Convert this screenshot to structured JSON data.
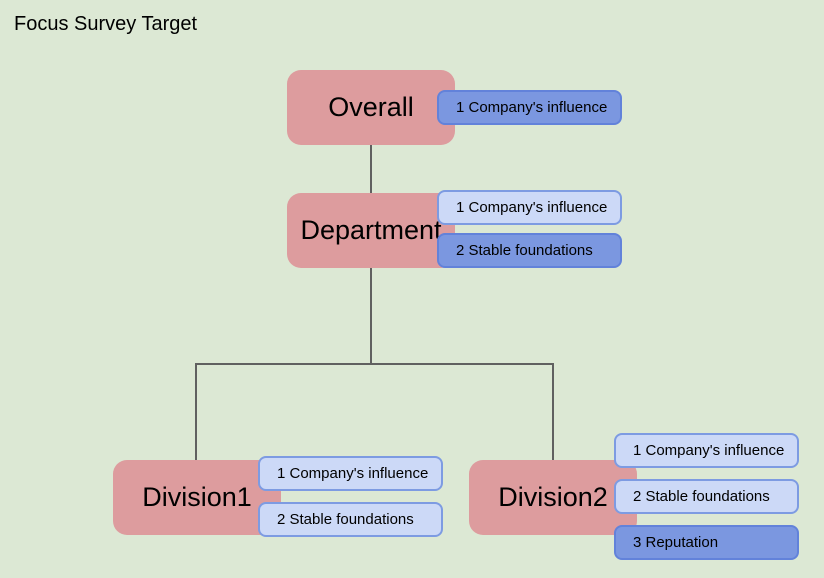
{
  "title": "Focus Survey Target",
  "colors": {
    "background": "#dce8d4",
    "node-fill": "#dd9c9e",
    "badge-dark-fill": "#7b97e0",
    "badge-dark-border": "#6282da",
    "badge-light-fill": "#ccd9f7",
    "badge-light-border": "#7d9be2",
    "connector": "#606060",
    "text": "#000000"
  },
  "diagram": {
    "nodes": [
      {
        "label": "Overall",
        "badges": [
          {
            "text": "1 Company's influence",
            "variant": "dark"
          }
        ]
      },
      {
        "label": "Department",
        "badges": [
          {
            "text": "1 Company's influence",
            "variant": "light"
          },
          {
            "text": "2 Stable foundations",
            "variant": "dark"
          }
        ]
      },
      {
        "label": "Division1",
        "badges": [
          {
            "text": "1 Company's influence",
            "variant": "light"
          },
          {
            "text": "2 Stable foundations",
            "variant": "light"
          }
        ]
      },
      {
        "label": "Division2",
        "badges": [
          {
            "text": "1 Company's influence",
            "variant": "light"
          },
          {
            "text": "2 Stable foundations",
            "variant": "light"
          },
          {
            "text": "3 Reputation",
            "variant": "dark"
          }
        ]
      }
    ]
  }
}
